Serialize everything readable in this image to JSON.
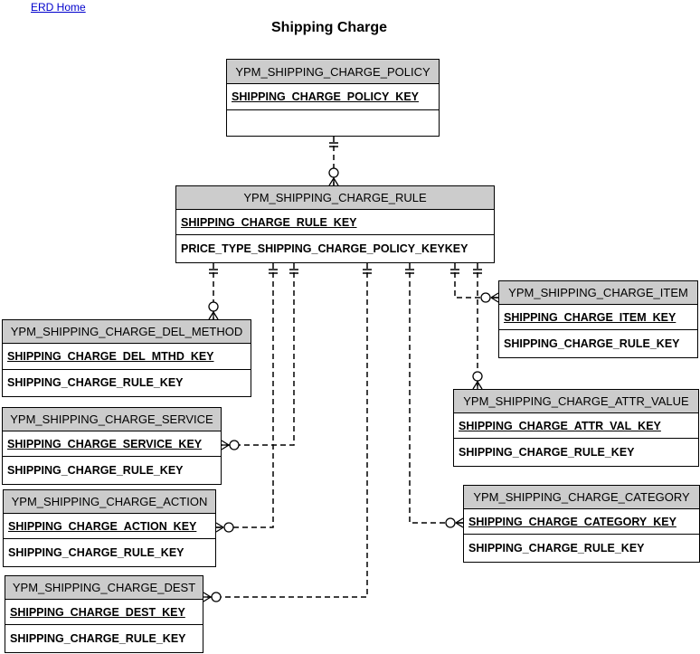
{
  "page": {
    "home_link": "ERD Home",
    "title": "Shipping Charge"
  },
  "entities": {
    "policy": {
      "name": "YPM_SHIPPING_CHARGE_POLICY",
      "pk": "SHIPPING_CHARGE_POLICY_KEY",
      "attributes": []
    },
    "rule": {
      "name": "YPM_SHIPPING_CHARGE_RULE",
      "pk": "SHIPPING_CHARGE_RULE_KEY",
      "attributes": [
        "PRICE_TYPE_SHIPPING_CHARGE_POLICY_KEYKEY"
      ]
    },
    "del_method": {
      "name": "YPM_SHIPPING_CHARGE_DEL_METHOD",
      "pk": "SHIPPING_CHARGE_DEL_MTHD_KEY",
      "attributes": [
        "SHIPPING_CHARGE_RULE_KEY"
      ]
    },
    "service": {
      "name": "YPM_SHIPPING_CHARGE_SERVICE",
      "pk": "SHIPPING_CHARGE_SERVICE_KEY",
      "attributes": [
        "SHIPPING_CHARGE_RULE_KEY"
      ]
    },
    "action": {
      "name": "YPM_SHIPPING_CHARGE_ACTION",
      "pk": "SHIPPING_CHARGE_ACTION_KEY",
      "attributes": [
        "SHIPPING_CHARGE_RULE_KEY"
      ]
    },
    "dest": {
      "name": "YPM_SHIPPING_CHARGE_DEST",
      "pk": "SHIPPING_CHARGE_DEST_KEY",
      "attributes": [
        "SHIPPING_CHARGE_RULE_KEY"
      ]
    },
    "item": {
      "name": "YPM_SHIPPING_CHARGE_ITEM",
      "pk": "SHIPPING_CHARGE_ITEM_KEY",
      "attributes": [
        "SHIPPING_CHARGE_RULE_KEY"
      ]
    },
    "attr_value": {
      "name": "YPM_SHIPPING_CHARGE_ATTR_VALUE",
      "pk": "SHIPPING_CHARGE_ATTR_VAL_KEY",
      "attributes": [
        "SHIPPING_CHARGE_RULE_KEY"
      ]
    },
    "category": {
      "name": "YPM_SHIPPING_CHARGE_CATEGORY",
      "pk": "SHIPPING_CHARGE_CATEGORY_KEY",
      "attributes": [
        "SHIPPING_CHARGE_RULE_KEY"
      ]
    }
  },
  "relationships": [
    {
      "from": "policy",
      "to": "rule",
      "from_cardinality": "one",
      "to_cardinality": "zero-or-many"
    },
    {
      "from": "rule",
      "to": "del_method",
      "from_cardinality": "one",
      "to_cardinality": "zero-or-many"
    },
    {
      "from": "rule",
      "to": "service",
      "from_cardinality": "one",
      "to_cardinality": "zero-or-many"
    },
    {
      "from": "rule",
      "to": "action",
      "from_cardinality": "one",
      "to_cardinality": "zero-or-many"
    },
    {
      "from": "rule",
      "to": "dest",
      "from_cardinality": "one",
      "to_cardinality": "zero-or-many"
    },
    {
      "from": "rule",
      "to": "category",
      "from_cardinality": "one",
      "to_cardinality": "zero-or-many"
    },
    {
      "from": "rule",
      "to": "item",
      "from_cardinality": "one",
      "to_cardinality": "zero-or-many"
    },
    {
      "from": "rule",
      "to": "attr_value",
      "from_cardinality": "one",
      "to_cardinality": "zero-or-many"
    }
  ],
  "colors": {
    "header_bg": "#cccccc",
    "border": "#000000",
    "link": "#0000cc"
  }
}
